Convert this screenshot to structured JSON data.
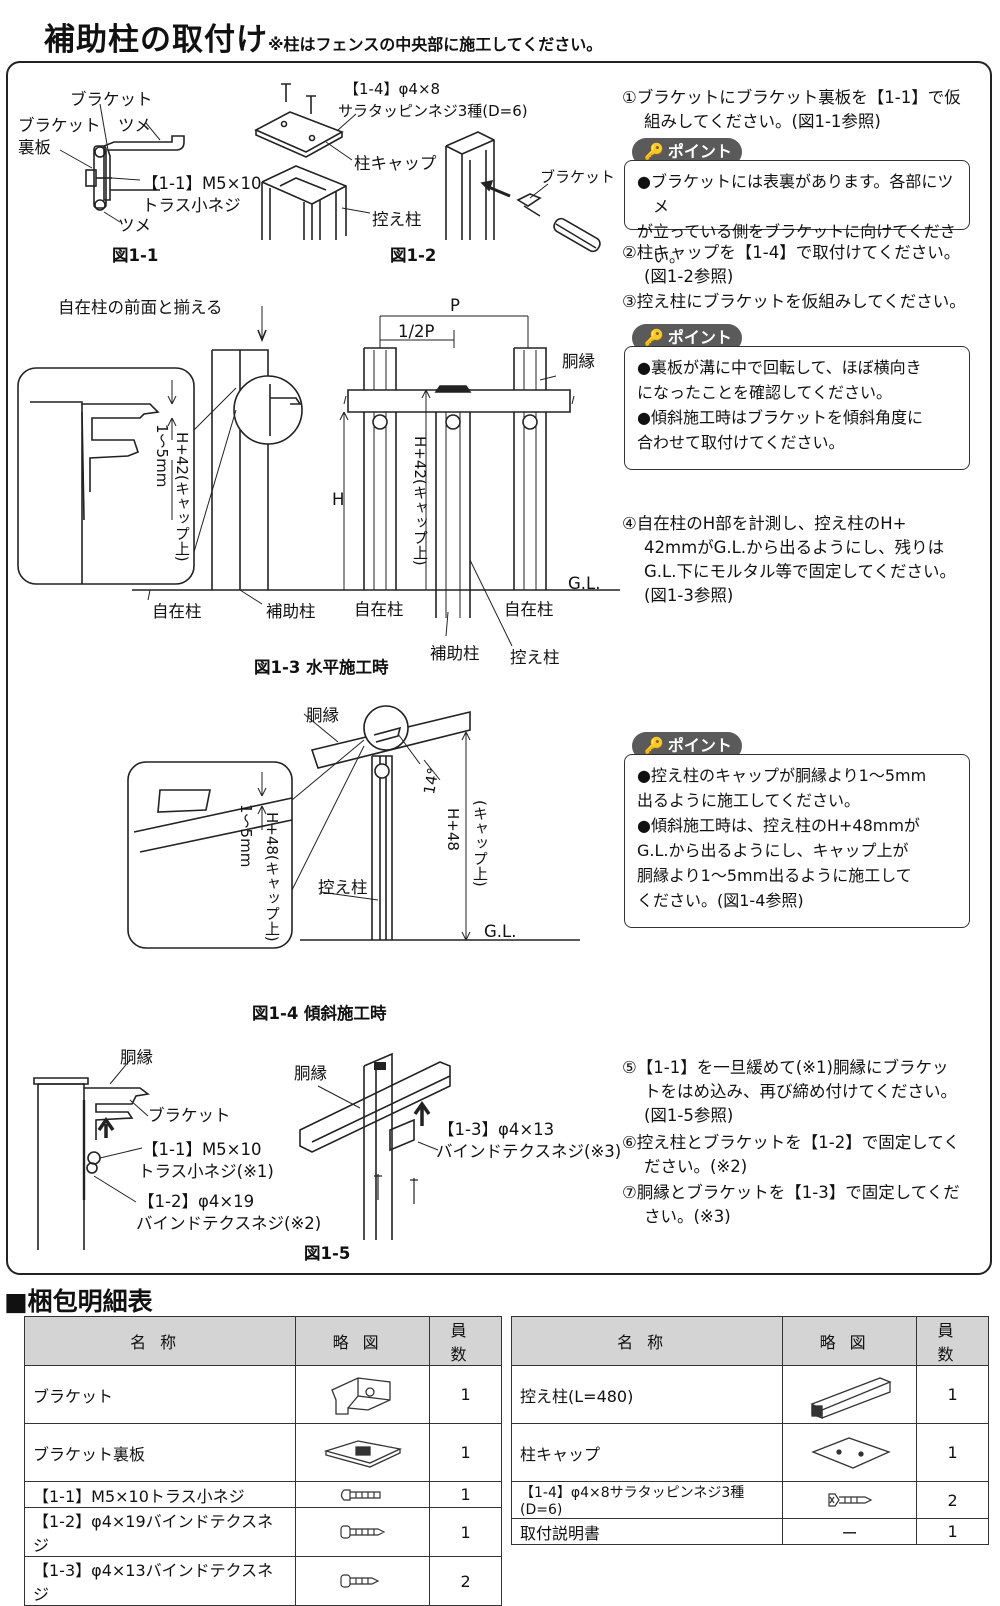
{
  "header": {
    "title": "補助柱の取付け",
    "note": "※柱はフェンスの中央部に施工してください。"
  },
  "figures": {
    "fig1_1": {
      "caption": "図1-1",
      "bracket": "ブラケット",
      "back_plate_1": "ブラケット",
      "back_plate_2": "裏板",
      "claw_top": "ツメ",
      "claw_bottom": "ツメ",
      "screw_1": "【1-1】M5×10",
      "screw_2": "トラス小ネジ"
    },
    "fig1_2": {
      "caption": "図1-2",
      "screw_1": "【1-4】φ4×8",
      "screw_2": "サラタッピンネジ3種(D=6)",
      "cap": "柱キャップ",
      "support_post": "控え柱",
      "bracket": "ブラケット"
    },
    "fig1_3": {
      "caption": "図1-3 水平施工時",
      "align_note": "自在柱の前面と揃える",
      "dim_range": "1～5mm",
      "dim_cap": "H+42(キャップ上)",
      "dim_h": "H",
      "dim_cap_main": "H+42(キャップ上)",
      "p": "P",
      "half_p": "1/2P",
      "rail": "胴縁",
      "gl": "G.L.",
      "free_post_left": "自在柱",
      "aux_post": "補助柱",
      "free_post_mid": "自在柱",
      "free_post_right": "自在柱",
      "aux_post_bottom": "補助柱",
      "support_post": "控え柱"
    },
    "fig1_4": {
      "caption": "図1-4 傾斜施工時",
      "rail": "胴縁",
      "angle": "14°",
      "dim_range": "1～5mm",
      "dim_cap": "H+48(キャップ上)",
      "dim_main_1": "H+48",
      "dim_main_2": "(キャップ上)",
      "support_post": "控え柱",
      "gl": "G.L."
    },
    "fig1_5": {
      "caption": "図1-5",
      "rail_left": "胴縁",
      "bracket": "ブラケット",
      "screw_11_1": "【1-1】M5×10",
      "screw_11_2": "トラス小ネジ(※1)",
      "screw_12_1": "【1-2】φ4×19",
      "screw_12_2": "バインドテクスネジ(※2)",
      "rail_right": "胴縁",
      "screw_13_1": "【1-3】φ4×13",
      "screw_13_2": "バインドテクスネジ(※3)"
    }
  },
  "steps": {
    "s1_a": "①ブラケットにブラケット裏板を【1-1】で仮",
    "s1_b": "組みしてください。(図1-1参照)",
    "s2_a": "②柱キャップを【1-4】で取付けてください。",
    "s2_b": "(図1-2参照)",
    "s3": "③控え柱にブラケットを仮組みしてください。",
    "s4_a": "④自在柱のH部を計測し、控え柱のH+",
    "s4_b": "42mmがG.L.から出るようにし、残りは",
    "s4_c": "G.L.下にモルタル等で固定してください。",
    "s4_d": "(図1-3参照)",
    "s5_a": "⑤【1-1】を一旦緩めて(※1)胴縁にブラケッ",
    "s5_b": "トをはめ込み、再び締め付けてください。",
    "s5_c": "(図1-5参照)",
    "s6_a": "⑥控え柱とブラケットを【1-2】で固定してく",
    "s6_b": "ださい。(※2)",
    "s7_a": "⑦胴縁とブラケットを【1-3】で固定してくだ",
    "s7_b": "さい。(※3)"
  },
  "points": {
    "label": "ポイント",
    "p1": [
      "●ブラケットには表裏があります。各部にツメ",
      "が立っている側をブラケットに向けてください。"
    ],
    "p2": [
      "●裏板が溝に中で回転して、ほぼ横向き",
      "になったことを確認してください。",
      "●傾斜施工時はブラケットを傾斜角度に",
      "合わせて取付けてください。"
    ],
    "p3": [
      "●控え柱のキャップが胴縁より1～5mm",
      "出るように施工してください。",
      "●傾斜施工時は、控え柱のH+48mmが",
      "G.L.から出るようにし、キャップ上が",
      "胴縁より1～5mm出るように施工して",
      "ください。(図1-4参照)"
    ]
  },
  "parts_section": {
    "title": "■梱包明細表",
    "headers": {
      "name": "名称",
      "figure": "略図",
      "qty": "員数"
    },
    "left_rows": [
      {
        "name": "ブラケット",
        "qty": "1"
      },
      {
        "name": "ブラケット裏板",
        "qty": "1"
      },
      {
        "name": "【1-1】M5×10トラス小ネジ",
        "qty": "1"
      },
      {
        "name": "【1-2】φ4×19バインドテクスネジ",
        "qty": "1"
      },
      {
        "name": "【1-3】φ4×13バインドテクスネジ",
        "qty": "2"
      }
    ],
    "right_rows": [
      {
        "name": "控え柱(L=480)",
        "qty": "1"
      },
      {
        "name": "柱キャップ",
        "qty": "1"
      },
      {
        "name": "【1-4】φ4×8サラタッピンネジ3種(D=6)",
        "qty": "2"
      },
      {
        "name": "取付説明書",
        "figure": "ー",
        "qty": "1"
      }
    ]
  }
}
